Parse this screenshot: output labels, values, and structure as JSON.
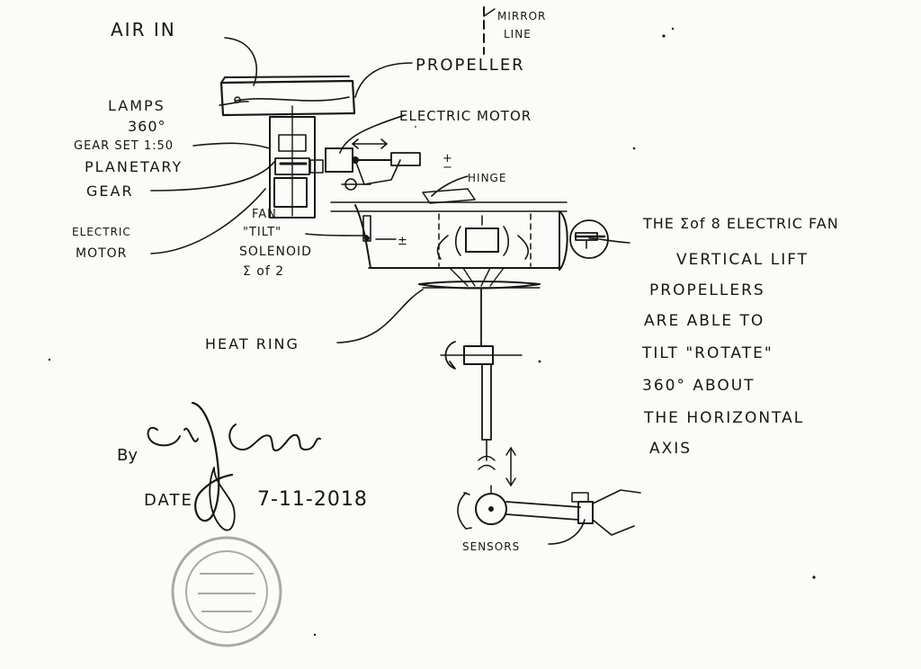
{
  "labels": {
    "air_in": "AIR IN",
    "mirror_line_1": "MIRROR",
    "mirror_line_2": "LINE",
    "propeller": "PROPELLER",
    "lamps_1": "LAMPS",
    "lamps_2": "360°",
    "electric_motor_top": "ELECTRIC MOTOR",
    "gear_set": "GEAR SET 1:50",
    "planetary_1": "PLANETARY",
    "planetary_2": "GEAR",
    "hinge": "HINGE",
    "electric_motor_left_1": "ELECTRIC",
    "electric_motor_left_2": "MOTOR",
    "fan_tilt_1": "FAN",
    "fan_tilt_2": "\"TILT\"",
    "fan_tilt_3": "SOLENOID",
    "fan_tilt_4": "Σ of 2",
    "heat_ring": "HEAT RING",
    "sensors": "SENSORS",
    "plus_minus_1": "+",
    "plus_minus_2": "−",
    "plus_minus_3": "±",
    "by": "By",
    "date_label": "DATE",
    "date_value": "7-11-2018"
  },
  "note_lines": [
    "THE Σof 8 ELECTRIC FAN",
    "VERTICAL LIFT",
    "PROPELLERS",
    "ARE ABLE TO",
    "TILT \"ROTATE\"",
    "360° ABOUT",
    "THE HORIZONTAL",
    "AXIS"
  ],
  "colors": {
    "ink": "#161616",
    "paper": "#fbfbf9",
    "stamp": "#a9a9a9"
  }
}
